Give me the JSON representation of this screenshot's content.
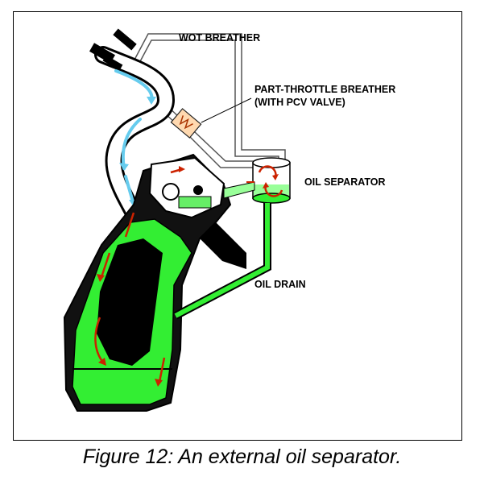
{
  "labels": {
    "wot_breather": "WOT BREATHER",
    "part_throttle_line1": "PART-THROTTLE BREATHER",
    "part_throttle_line2": "(WITH PCV VALVE)",
    "oil_separator": "OIL SEPARATOR",
    "oil_drain": "OIL DRAIN"
  },
  "caption": "Figure 12: An external oil separator.",
  "colors": {
    "oil_green": "#33ee33",
    "flow_red": "#cc2200",
    "intake_cyan": "#66ccee",
    "engine_black": "#000000"
  }
}
